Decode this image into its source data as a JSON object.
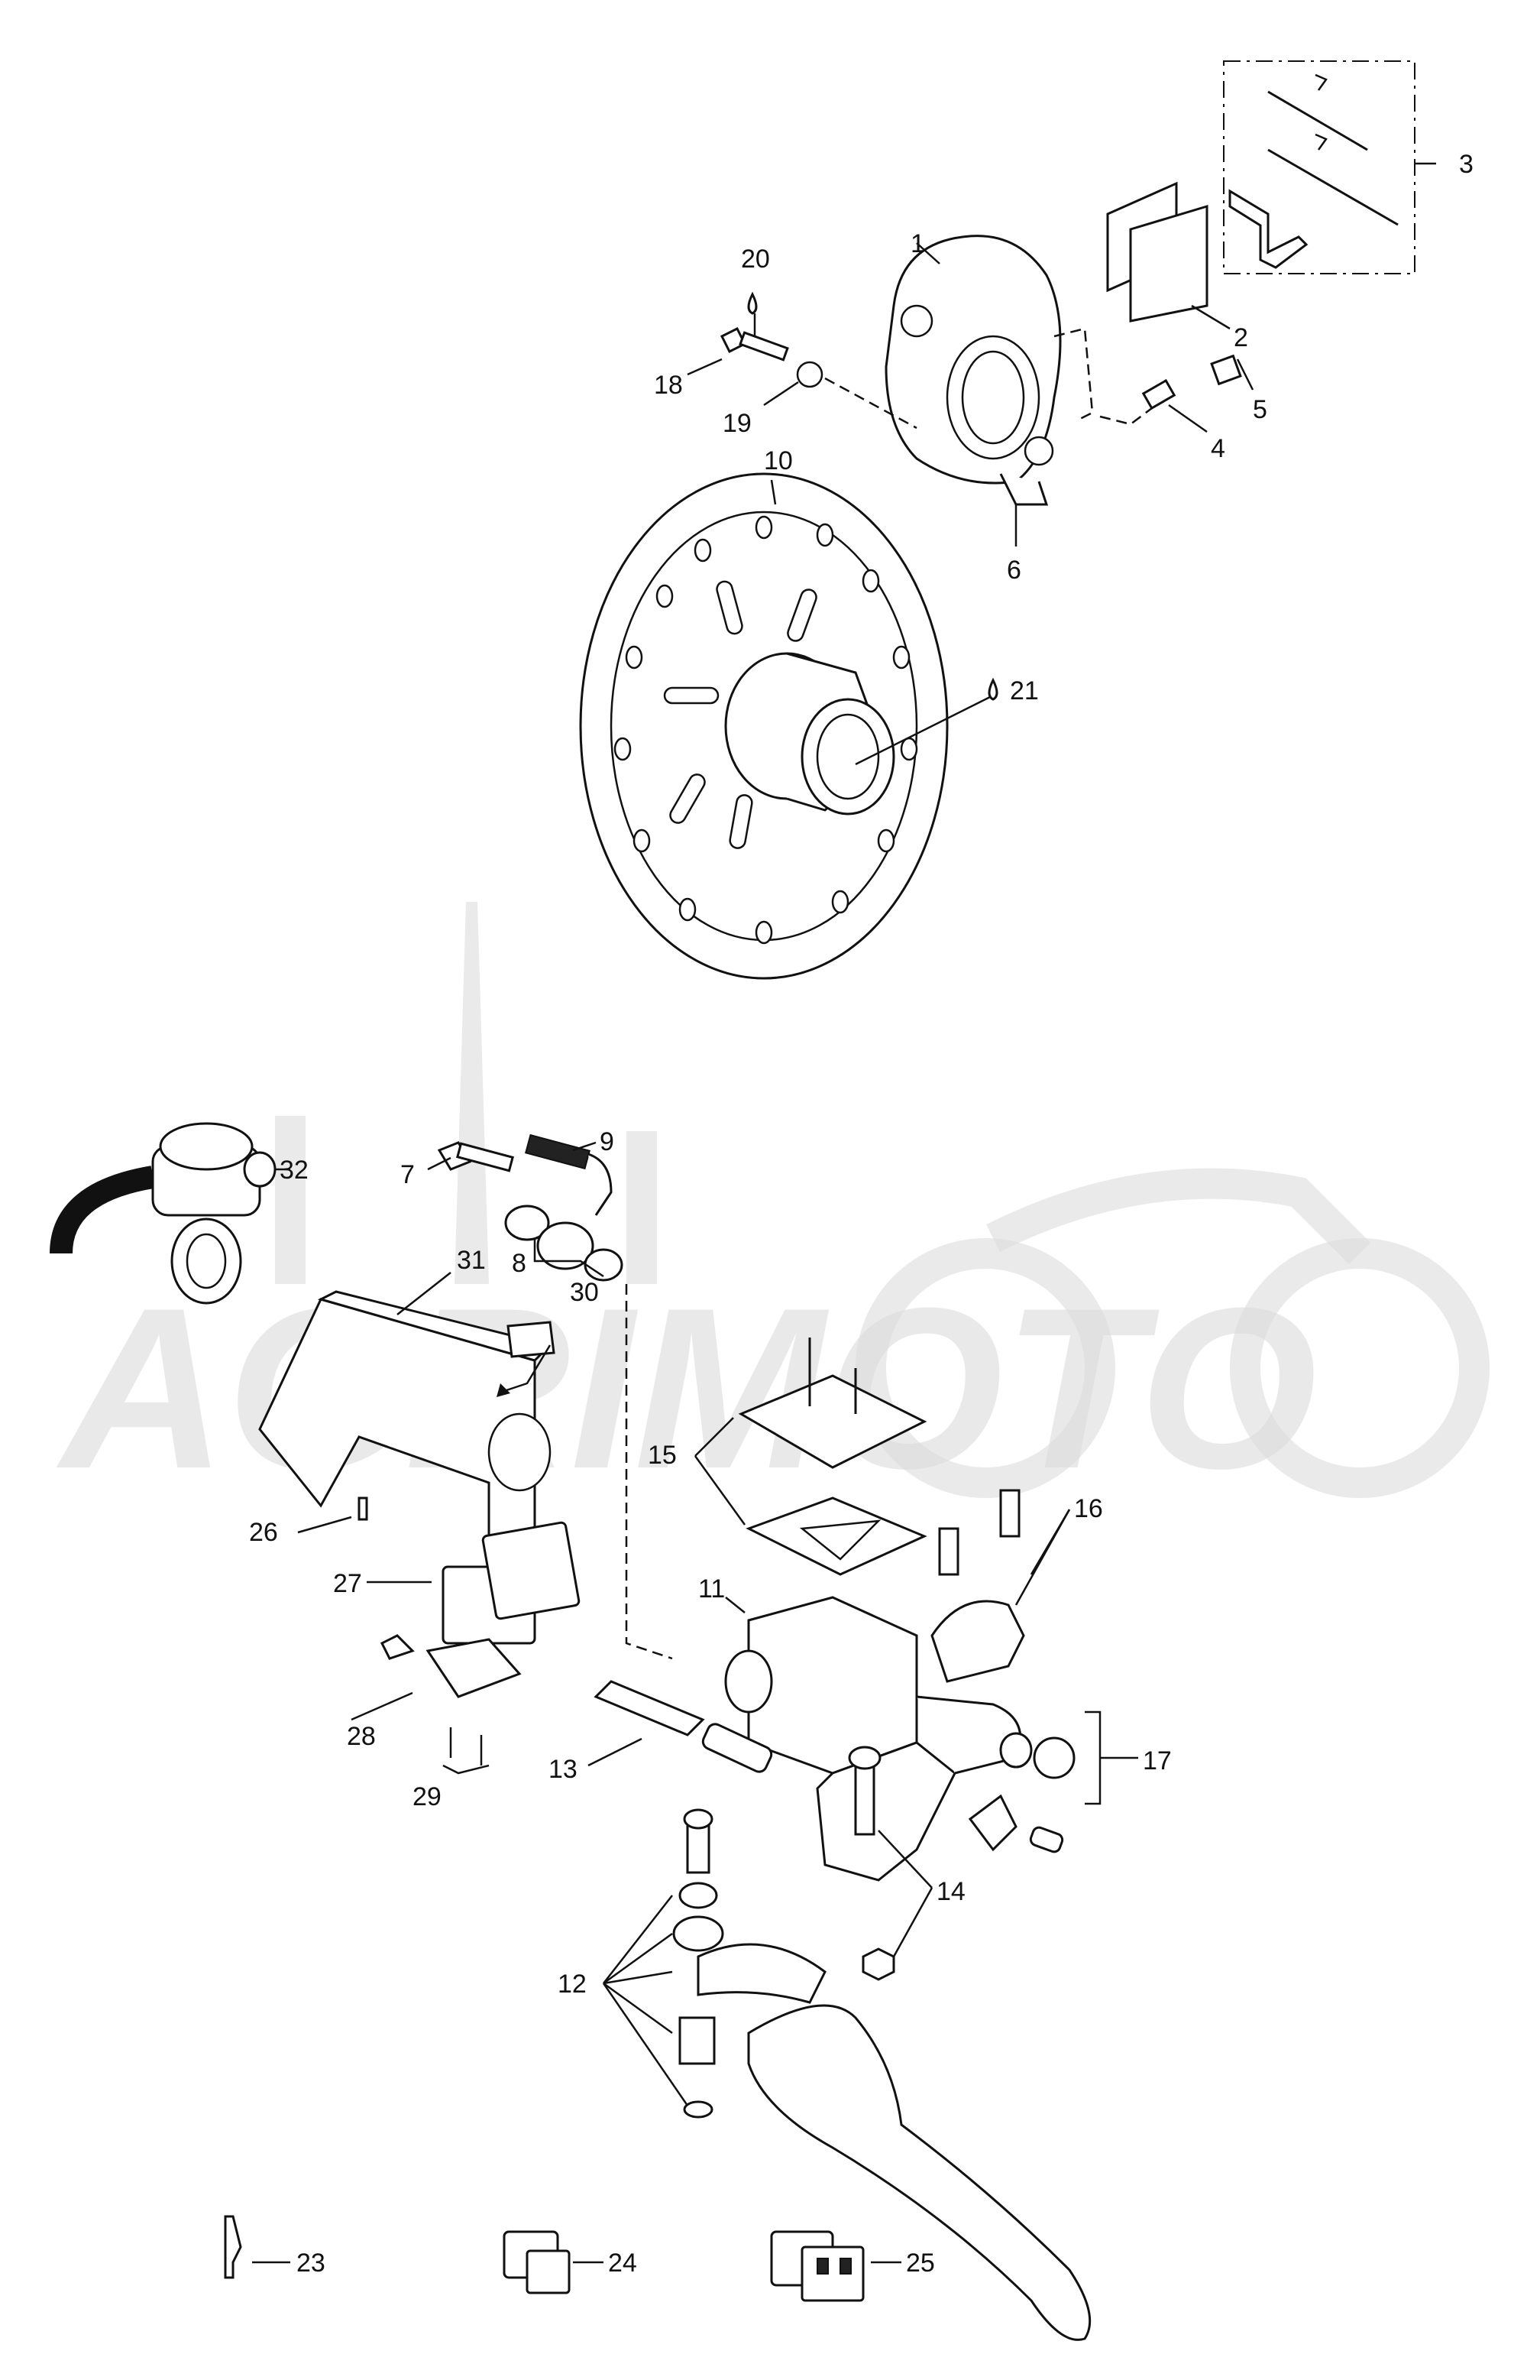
{
  "diagram": {
    "callouts": [
      "1",
      "2",
      "3",
      "4",
      "5",
      "6",
      "7",
      "8",
      "9",
      "10",
      "11",
      "12",
      "13",
      "14",
      "15",
      "16",
      "17",
      "18",
      "19",
      "20",
      "21",
      "23",
      "24",
      "25",
      "26",
      "27",
      "28",
      "29",
      "30",
      "31",
      "32"
    ]
  }
}
